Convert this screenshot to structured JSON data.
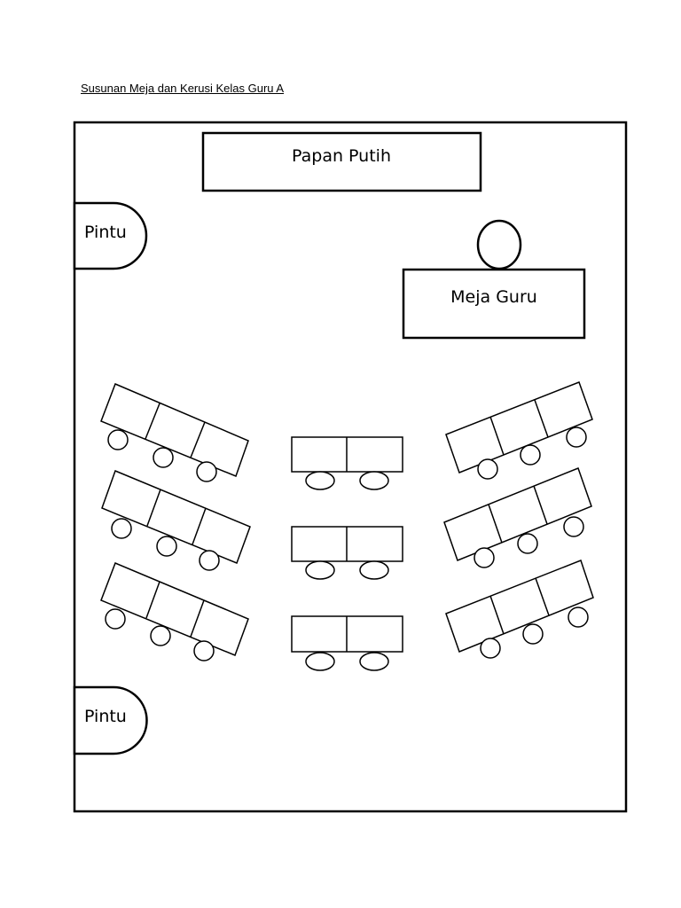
{
  "diagram": {
    "title": "Susunan Meja dan Kerusi Kelas Guru A",
    "whiteboard_label": "Papan Putih",
    "teacher_desk_label": "Meja Guru",
    "doors": [
      {
        "label": "Pintu"
      },
      {
        "label": "Pintu"
      }
    ],
    "student_desks": {
      "left_column": {
        "rows": 3,
        "segments_per_desk": 3,
        "seats_per_desk": 3
      },
      "center_column": {
        "rows": 3,
        "segments_per_desk": 2,
        "seats_per_desk": 2
      },
      "right_column": {
        "rows": 3,
        "segments_per_desk": 3,
        "seats_per_desk": 3
      }
    }
  }
}
